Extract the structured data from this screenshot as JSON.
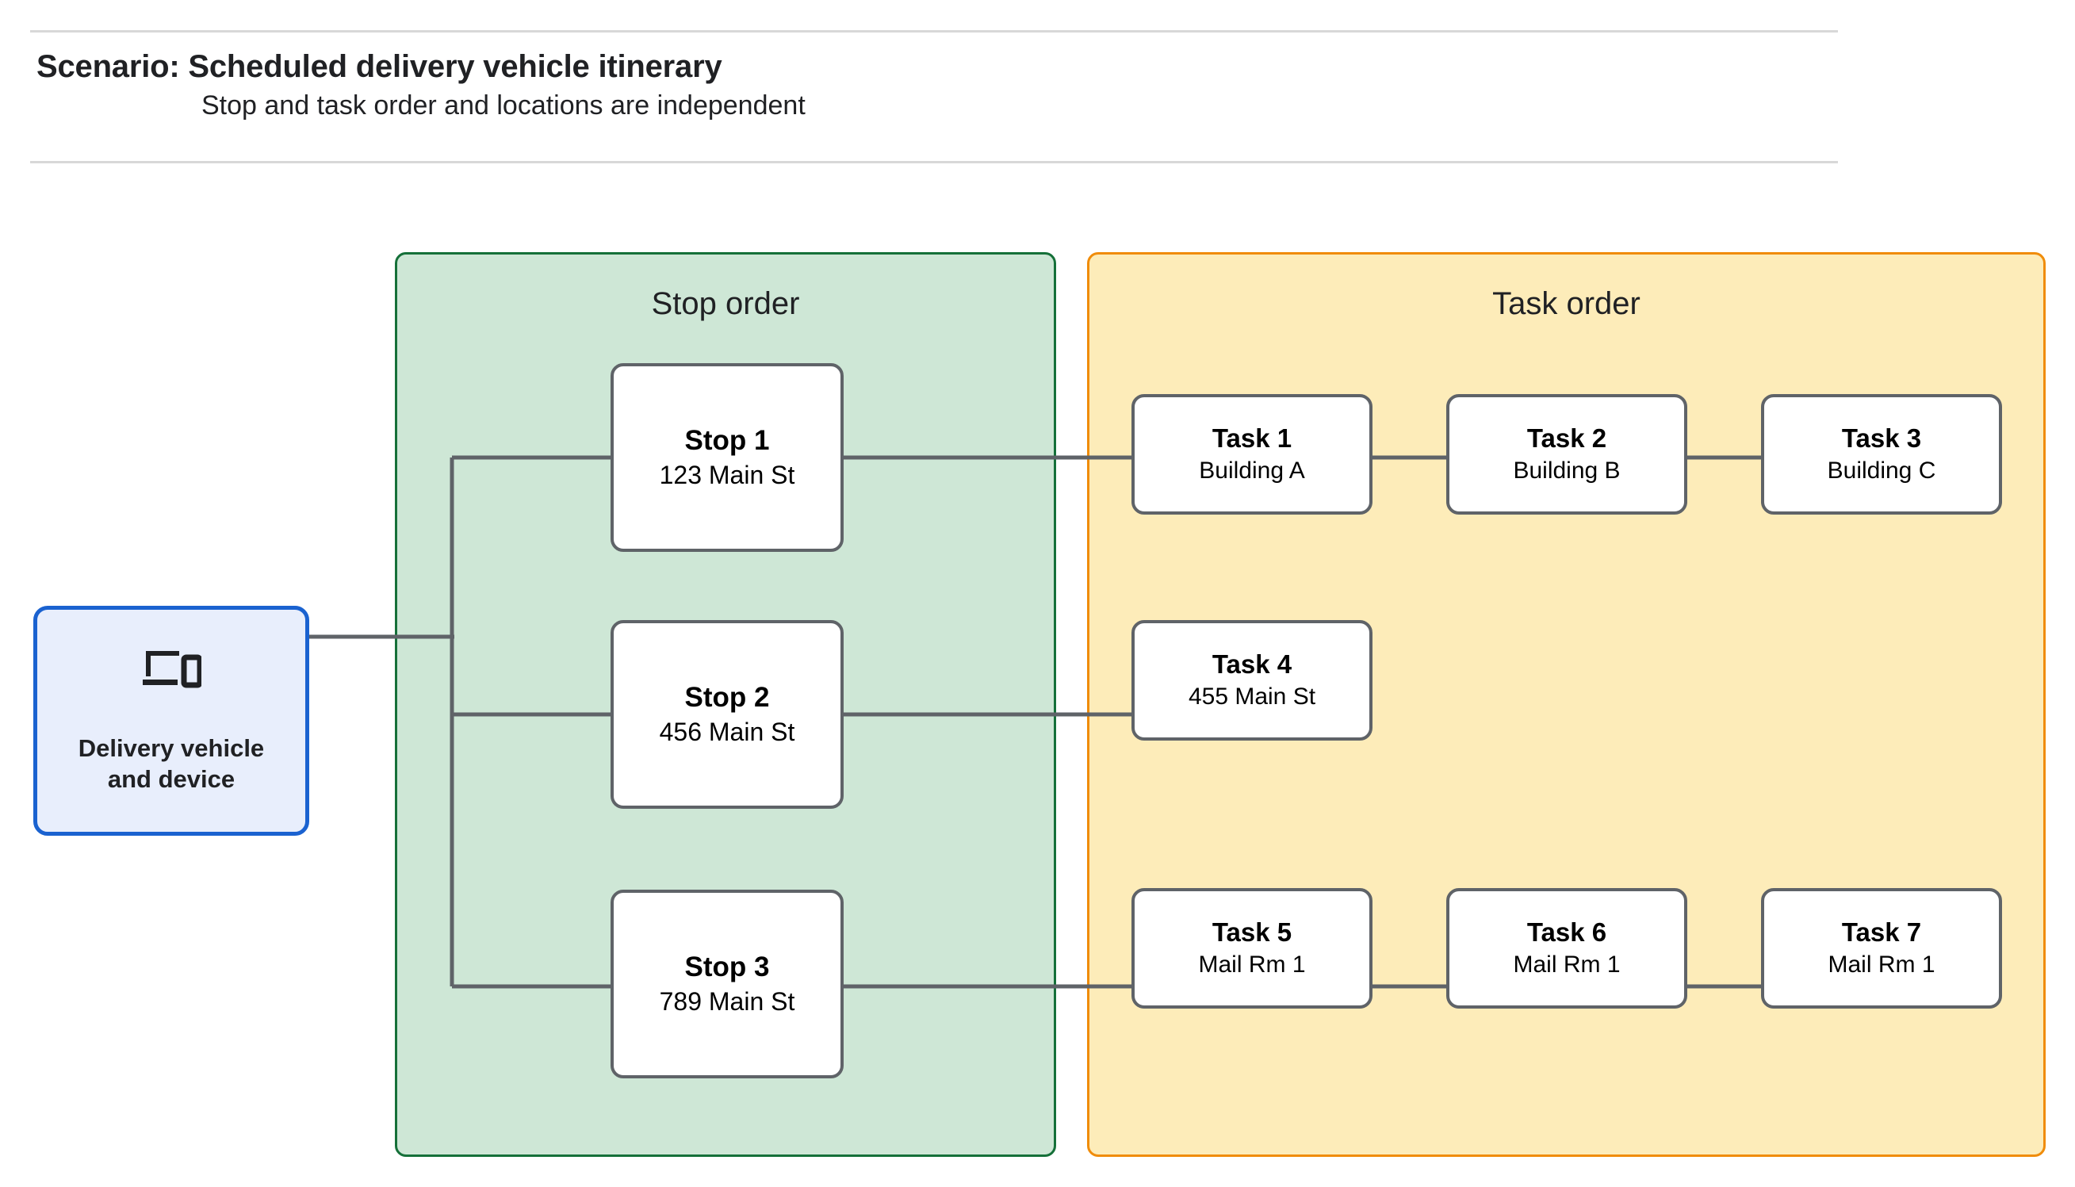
{
  "header": {
    "title": "Scenario: Scheduled delivery vehicle itinerary",
    "subtitle": "Stop and task order and locations are independent"
  },
  "device": {
    "label": "Delivery vehicle\nand device",
    "icon": "devices-icon",
    "border_color": "#1a62d0",
    "fill_color": "#e8eefc"
  },
  "stop_panel": {
    "title": "Stop order",
    "fill_color": "#cee7d6",
    "border_color": "#157039",
    "stops": [
      {
        "title": "Stop 1",
        "address": "123 Main St"
      },
      {
        "title": "Stop 2",
        "address": "456 Main St"
      },
      {
        "title": "Stop 3",
        "address": "789 Main St"
      }
    ]
  },
  "task_panel": {
    "title": "Task order",
    "fill_color": "#fdecb9",
    "border_color": "#f08c0a",
    "rows": [
      {
        "tasks": [
          {
            "title": "Task 1",
            "location": "Building A"
          },
          {
            "title": "Task 2",
            "location": "Building B"
          },
          {
            "title": "Task 3",
            "location": "Building C"
          }
        ]
      },
      {
        "tasks": [
          {
            "title": "Task 4",
            "location": "455 Main St"
          }
        ]
      },
      {
        "tasks": [
          {
            "title": "Task 5",
            "location": "Mail Rm 1"
          },
          {
            "title": "Task 6",
            "location": "Mail Rm 1"
          },
          {
            "title": "Task 7",
            "location": "Mail Rm 1"
          }
        ]
      }
    ]
  },
  "connector_color": "#5f6368"
}
